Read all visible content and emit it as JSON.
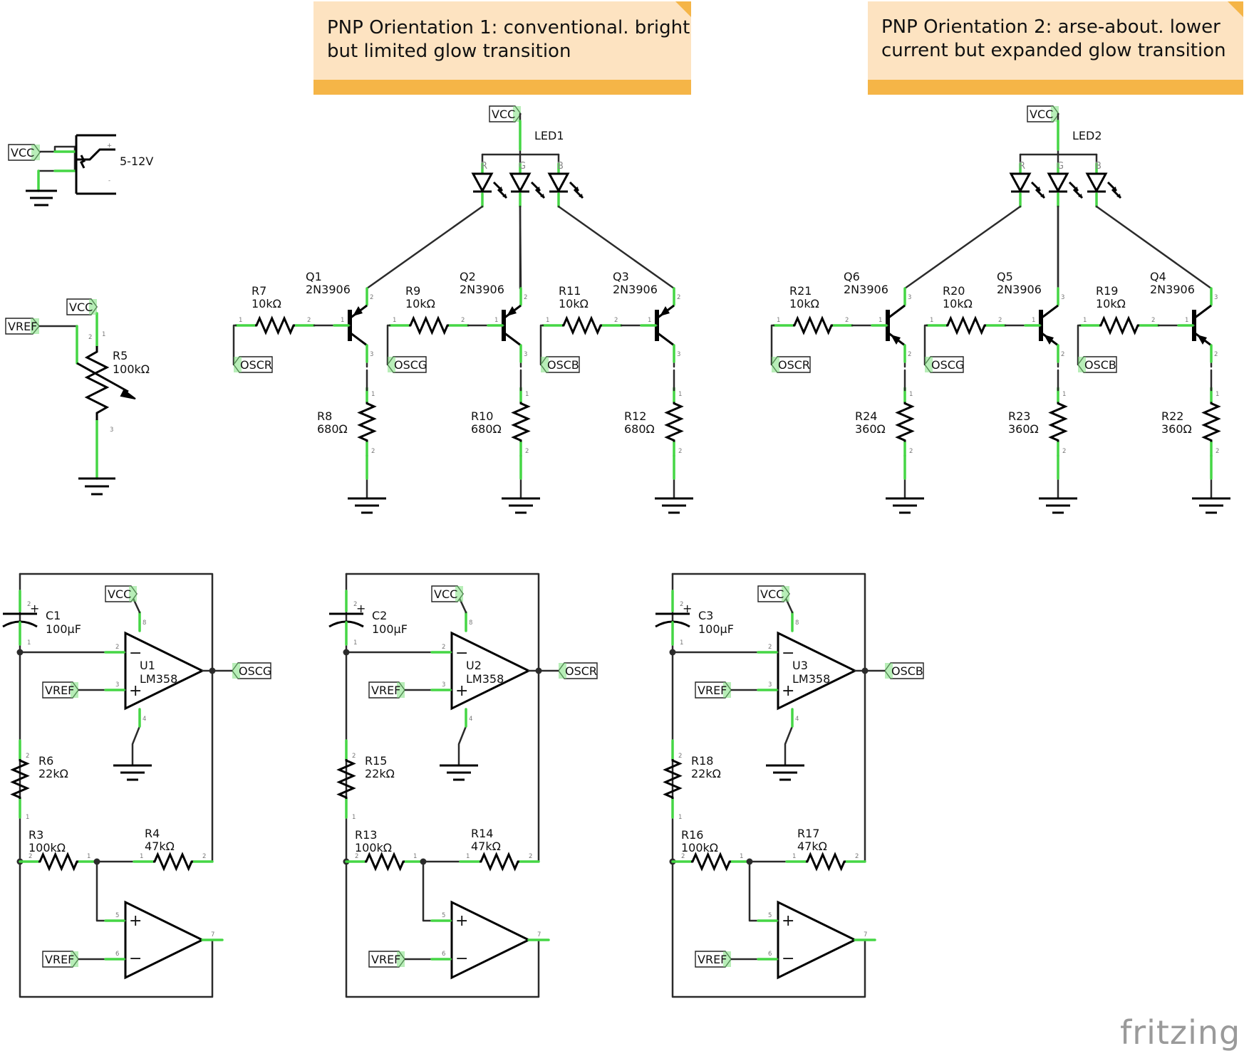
{
  "notes": [
    {
      "lines": [
        "PNP Orientation 1: conventional. bright",
        "but limited glow transition"
      ]
    },
    {
      "lines": [
        "PNP Orientation 2: arse-about. lower",
        "current but expanded glow transition"
      ]
    }
  ],
  "power": {
    "vcc": "VCC",
    "supply": "5-12V",
    "plus": "+",
    "minus": "-"
  },
  "pot": {
    "vref": "VREF",
    "vcc": "VCC",
    "name": "R5",
    "value": "100kΩ"
  },
  "led_groups": [
    {
      "led": "LED1",
      "vcc": "VCC",
      "channels": [
        {
          "color": "R",
          "q": "Q1",
          "qtype": "2N3906",
          "rb": "R7",
          "rb_val": "10kΩ",
          "net": "OSCR",
          "re": "R8",
          "re_val": "680Ω"
        },
        {
          "color": "G",
          "q": "Q2",
          "qtype": "2N3906",
          "rb": "R9",
          "rb_val": "10kΩ",
          "net": "OSCG",
          "re": "R10",
          "re_val": "680Ω"
        },
        {
          "color": "B",
          "q": "Q3",
          "qtype": "2N3906",
          "rb": "R11",
          "rb_val": "10kΩ",
          "net": "OSCB",
          "re": "R12",
          "re_val": "680Ω"
        }
      ]
    },
    {
      "led": "LED2",
      "vcc": "VCC",
      "channels": [
        {
          "color": "R",
          "q": "Q6",
          "qtype": "2N3906",
          "rb": "R21",
          "rb_val": "10kΩ",
          "net": "OSCR",
          "re": "R24",
          "re_val": "360Ω"
        },
        {
          "color": "G",
          "q": "Q5",
          "qtype": "2N3906",
          "rb": "R20",
          "rb_val": "10kΩ",
          "net": "OSCG",
          "re": "R23",
          "re_val": "360Ω"
        },
        {
          "color": "B",
          "q": "Q4",
          "qtype": "2N3906",
          "rb": "R19",
          "rb_val": "10kΩ",
          "net": "OSCB",
          "re": "R22",
          "re_val": "360Ω"
        }
      ]
    }
  ],
  "oscillators": [
    {
      "c": "C1",
      "c_val": "100µF",
      "u": "U1",
      "u_type": "LM358",
      "out": "OSCG",
      "vcc": "VCC",
      "vref1": "VREF",
      "vref2": "VREF",
      "r_a": "R6",
      "r_a_val": "22kΩ",
      "r_b": "R3",
      "r_b_val": "100kΩ",
      "r_c": "R4",
      "r_c_val": "47kΩ"
    },
    {
      "c": "C2",
      "c_val": "100µF",
      "u": "U2",
      "u_type": "LM358",
      "out": "OSCR",
      "vcc": "VCC",
      "vref1": "VREF",
      "vref2": "VREF",
      "r_a": "R15",
      "r_a_val": "22kΩ",
      "r_b": "R13",
      "r_b_val": "100kΩ",
      "r_c": "R14",
      "r_c_val": "47kΩ"
    },
    {
      "c": "C3",
      "c_val": "100µF",
      "u": "U3",
      "u_type": "LM358",
      "out": "OSCB",
      "vcc": "VCC",
      "vref1": "VREF",
      "vref2": "VREF",
      "r_a": "R18",
      "r_a_val": "22kΩ",
      "r_b": "R16",
      "r_b_val": "100kΩ",
      "r_c": "R17",
      "r_c_val": "47kΩ"
    }
  ],
  "watermark": "fritzing"
}
